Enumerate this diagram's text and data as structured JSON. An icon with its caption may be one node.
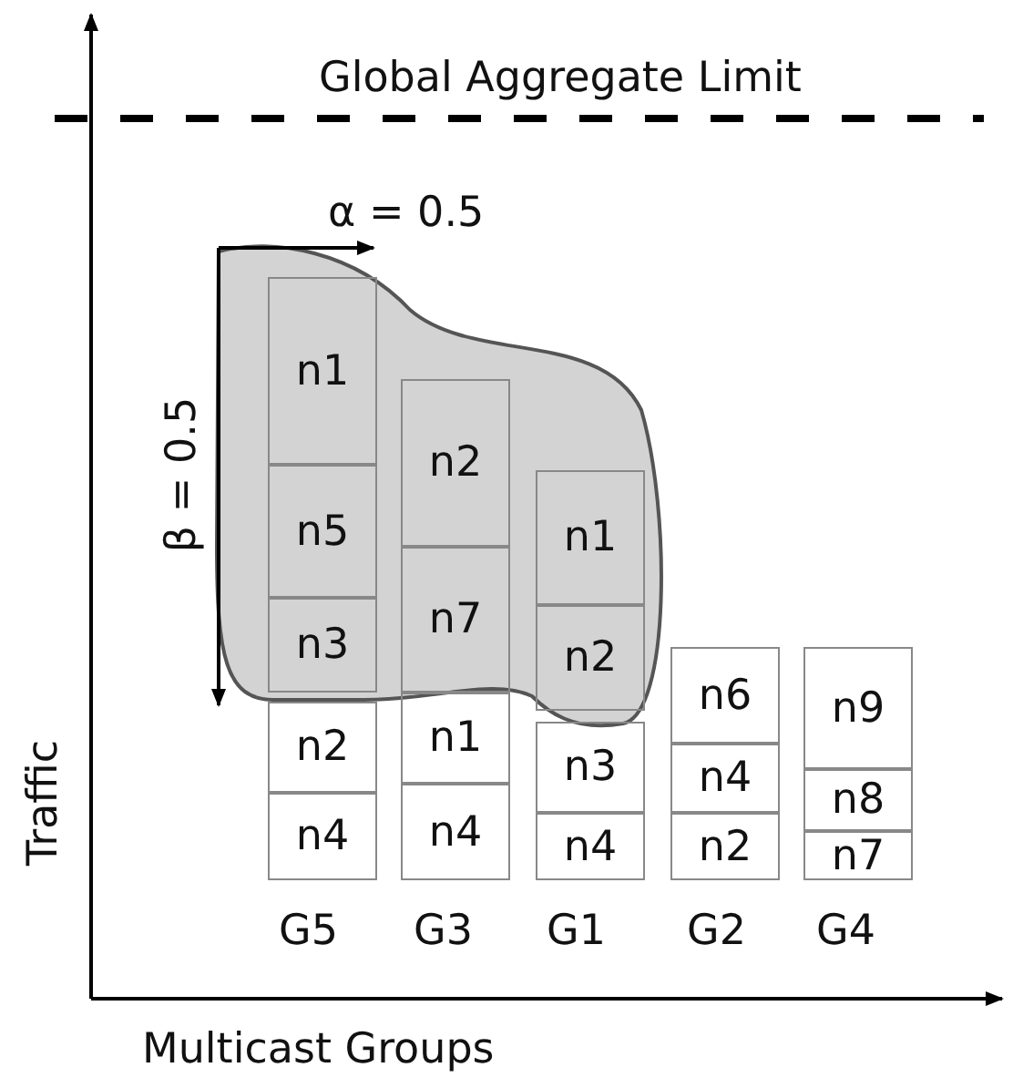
{
  "diagram": {
    "nodes": [
      {
        "text": [
          "n1"
        ]
      },
      {
        "text": [
          "n5"
        ]
      },
      {
        "text": [
          "n3"
        ]
      },
      {
        "text": [
          "n2"
        ]
      },
      {
        "text": [
          "n4"
        ]
      },
      {
        "text": [
          "n2"
        ]
      },
      {
        "text": [
          "n7"
        ]
      },
      {
        "text": [
          "n1"
        ]
      },
      {
        "text": [
          "n4"
        ]
      },
      {
        "text": [
          "n1"
        ]
      },
      {
        "text": [
          "n2"
        ]
      },
      {
        "text": [
          "n3"
        ]
      },
      {
        "text": [
          "n4"
        ]
      },
      {
        "text": [
          "n6"
        ]
      },
      {
        "text": [
          "n4"
        ]
      },
      {
        "text": [
          "n2"
        ]
      },
      {
        "text": [
          "n9"
        ]
      },
      {
        "text": [
          "n8"
        ]
      },
      {
        "text": [
          "n7"
        ]
      }
    ],
    "labels": [
      "Global Aggregate Limit",
      "α = 0.5",
      "β = 0.5",
      "Traffic",
      "G5",
      "G3",
      "G1",
      "G2",
      "G4",
      "Multicast Groups"
    ]
  }
}
